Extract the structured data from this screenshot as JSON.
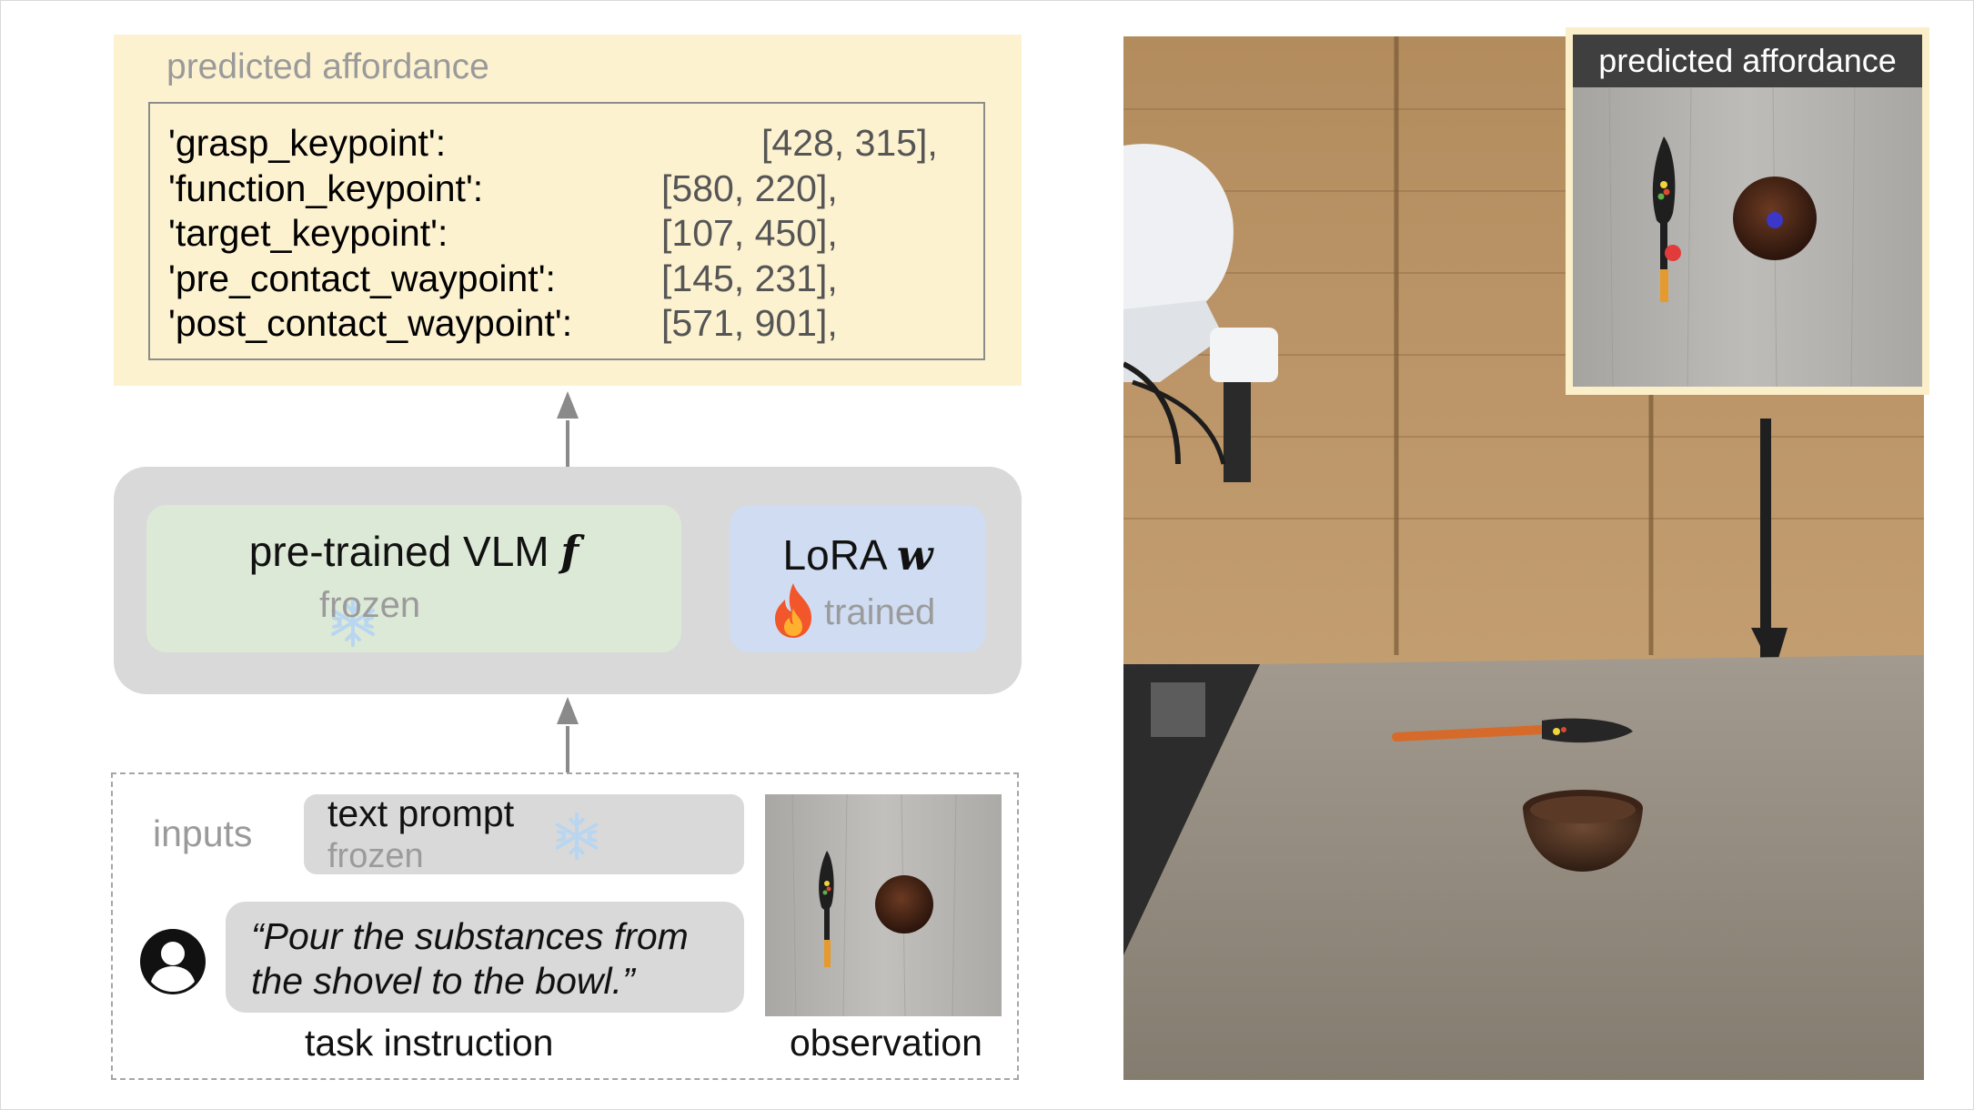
{
  "affordance": {
    "title": "predicted affordance",
    "entries": [
      {
        "key": "'grasp_keypoint':",
        "value": "[428, 315],"
      },
      {
        "key": "'function_keypoint':",
        "value": "[580, 220],"
      },
      {
        "key": "'target_keypoint':",
        "value": "[107, 450],"
      },
      {
        "key": "'pre_contact_waypoint':",
        "value": "[145, 231],"
      },
      {
        "key": "'post_contact_waypoint':",
        "value": "[571, 901],"
      }
    ]
  },
  "model": {
    "vlm_title": "pre-trained VLM",
    "vlm_symbol": "f",
    "vlm_status": "frozen",
    "lora_title": "LoRA",
    "lora_symbol": "w",
    "lora_status": "trained"
  },
  "inputs": {
    "label": "inputs",
    "prompt_title": "text prompt",
    "prompt_status": "frozen",
    "instruction": "“Pour the substances from the shovel to the bowl.”",
    "instruction_caption": "task instruction",
    "observation_caption": "observation"
  },
  "photo": {
    "inset_title": "predicted affordance"
  },
  "icons": {
    "snowflake": "snowflake-icon",
    "fire": "fire-icon",
    "user": "user-avatar-icon"
  },
  "colors": {
    "affordance_bg": "#fdf2d0",
    "model_bg": "#d9d9d9",
    "vlm_bg": "#dde9d7",
    "lora_bg": "#cfdcf2",
    "grasp_point": "#e23b3b",
    "target_point": "#3a37c9"
  }
}
